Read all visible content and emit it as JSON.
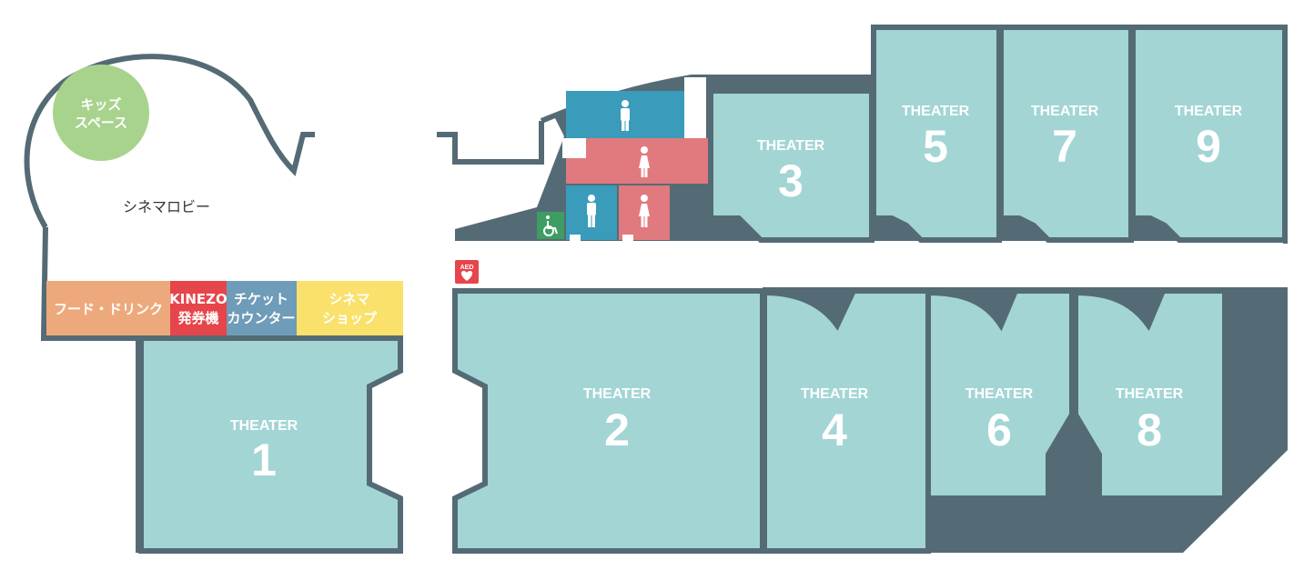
{
  "map": {
    "lobby": {
      "label": "シネマロビー"
    },
    "kids_space": {
      "line1": "キッズ",
      "line2": "スペース"
    },
    "counters": [
      {
        "line1": "フード・ドリンク",
        "line2": ""
      },
      {
        "line1": "KINEZO",
        "line2": "発券機"
      },
      {
        "line1": "チケット",
        "line2": "カウンター"
      },
      {
        "line1": "シネマ",
        "line2": "ショップ"
      }
    ],
    "aed": {
      "label": "AED"
    },
    "theater_word": "THEATER",
    "theaters": [
      {
        "number": "1"
      },
      {
        "number": "2"
      },
      {
        "number": "3"
      },
      {
        "number": "4"
      },
      {
        "number": "5"
      },
      {
        "number": "6"
      },
      {
        "number": "7"
      },
      {
        "number": "8"
      },
      {
        "number": "9"
      }
    ],
    "restrooms": [
      {
        "type": "men",
        "icon": "male-icon"
      },
      {
        "type": "women",
        "icon": "female-icon"
      },
      {
        "type": "men",
        "icon": "male-icon"
      },
      {
        "type": "women",
        "icon": "female-icon"
      },
      {
        "type": "accessible",
        "icon": "wheelchair-icon"
      }
    ],
    "colors": {
      "wall": "#546b75",
      "theater": "#a3d5d5",
      "men": "#3a9bbb",
      "women": "#e07a7e",
      "kids": "#a8d38d",
      "wheelchair": "#3e9d62",
      "food": "#eda97c",
      "kinezo": "#e6454b",
      "ticket": "#6f9cb8",
      "shop": "#f9e16c",
      "aed": "#e6454b"
    }
  }
}
